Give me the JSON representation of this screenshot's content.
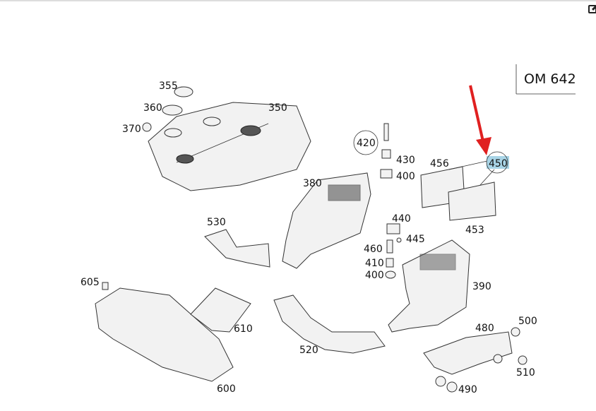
{
  "engine_label": "OM 642",
  "highlighted_part": "450",
  "highlight_color": "#a8d4e6",
  "arrow_color": "#e02020",
  "parts": {
    "p355": "355",
    "p360": "360",
    "p370": "370",
    "p350": "350",
    "p420": "420",
    "p430": "430",
    "p400a": "400",
    "p456": "456",
    "p450": "450",
    "p453": "453",
    "p380": "380",
    "p440": "440",
    "p445": "445",
    "p460": "460",
    "p410": "410",
    "p400b": "400",
    "p390": "390",
    "p530": "530",
    "p605": "605",
    "p610": "610",
    "p520": "520",
    "p480": "480",
    "p500": "500",
    "p510": "510",
    "p490": "490",
    "p600": "600"
  }
}
